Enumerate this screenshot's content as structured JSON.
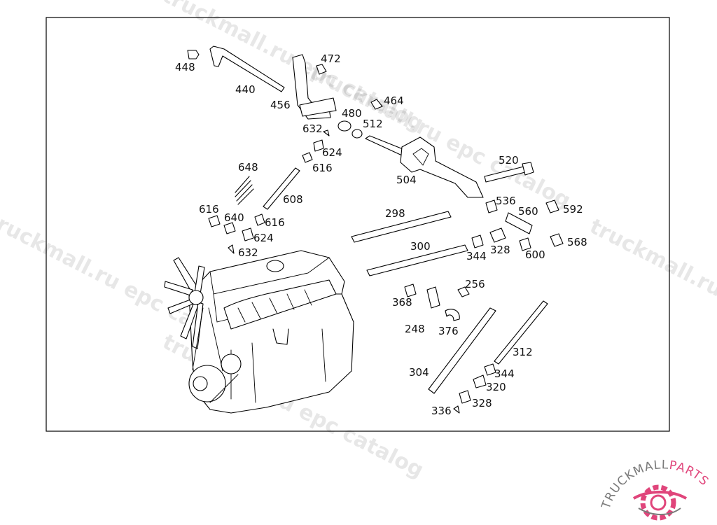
{
  "diagram": {
    "callouts": [
      "448",
      "440",
      "472",
      "456",
      "464",
      "480",
      "632",
      "512",
      "624",
      "616",
      "648",
      "504",
      "520",
      "608",
      "616",
      "640",
      "616",
      "536",
      "560",
      "592",
      "298",
      "624",
      "632",
      "328",
      "600",
      "568",
      "300",
      "344",
      "256",
      "368",
      "248",
      "376",
      "312",
      "304",
      "344",
      "320",
      "328",
      "336"
    ]
  },
  "watermarks": [
    "truckmall.ru epc catalog",
    "truckmall.ru epc catalog",
    "truckmall.ru epc catalog",
    "truckmall.ru epc catalog",
    "truckmall.ru epc catalog"
  ],
  "logo": {
    "text_a": "TRUCKMALL",
    "text_b": "PARTS",
    "color_primary": "#7a7a7a",
    "color_accent": "#e0457b"
  }
}
